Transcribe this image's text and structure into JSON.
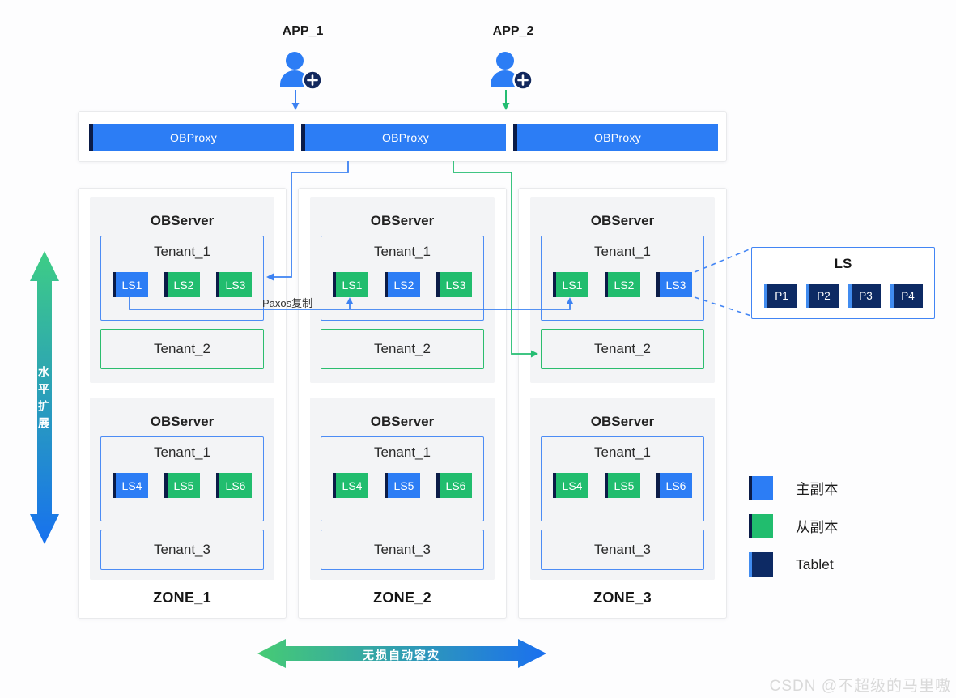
{
  "apps": [
    {
      "label": "APP_1"
    },
    {
      "label": "APP_2"
    }
  ],
  "proxies": [
    {
      "label": "OBProxy"
    },
    {
      "label": "OBProxy"
    },
    {
      "label": "OBProxy"
    }
  ],
  "zones": [
    {
      "label": "ZONE_1",
      "servers": [
        {
          "title": "OBServer",
          "tenant_a": {
            "name": "Tenant_1",
            "ls": [
              {
                "label": "LS1",
                "role": "主副本"
              },
              {
                "label": "LS2",
                "role": "从副本"
              },
              {
                "label": "LS3",
                "role": "从副本"
              }
            ]
          },
          "tenant_b": {
            "name": "Tenant_2"
          }
        },
        {
          "title": "OBServer",
          "tenant_a": {
            "name": "Tenant_1",
            "ls": [
              {
                "label": "LS4",
                "role": "主副本"
              },
              {
                "label": "LS5",
                "role": "从副本"
              },
              {
                "label": "LS6",
                "role": "从副本"
              }
            ]
          },
          "tenant_b": {
            "name": "Tenant_3"
          }
        }
      ]
    },
    {
      "label": "ZONE_2",
      "servers": [
        {
          "title": "OBServer",
          "tenant_a": {
            "name": "Tenant_1",
            "ls": [
              {
                "label": "LS1",
                "role": "从副本"
              },
              {
                "label": "LS2",
                "role": "主副本"
              },
              {
                "label": "LS3",
                "role": "从副本"
              }
            ]
          },
          "tenant_b": {
            "name": "Tenant_2"
          }
        },
        {
          "title": "OBServer",
          "tenant_a": {
            "name": "Tenant_1",
            "ls": [
              {
                "label": "LS4",
                "role": "从副本"
              },
              {
                "label": "LS5",
                "role": "主副本"
              },
              {
                "label": "LS6",
                "role": "从副本"
              }
            ]
          },
          "tenant_b": {
            "name": "Tenant_3"
          }
        }
      ]
    },
    {
      "label": "ZONE_3",
      "servers": [
        {
          "title": "OBServer",
          "tenant_a": {
            "name": "Tenant_1",
            "ls": [
              {
                "label": "LS1",
                "role": "从副本"
              },
              {
                "label": "LS2",
                "role": "从副本"
              },
              {
                "label": "LS3",
                "role": "主副本"
              }
            ]
          },
          "tenant_b": {
            "name": "Tenant_2"
          }
        },
        {
          "title": "OBServer",
          "tenant_a": {
            "name": "Tenant_1",
            "ls": [
              {
                "label": "LS4",
                "role": "从副本"
              },
              {
                "label": "LS5",
                "role": "从副本"
              },
              {
                "label": "LS6",
                "role": "主副本"
              }
            ]
          },
          "tenant_b": {
            "name": "Tenant_3"
          }
        }
      ]
    }
  ],
  "ls_detail": {
    "title": "LS",
    "tablets": [
      {
        "label": "P1"
      },
      {
        "label": "P2"
      },
      {
        "label": "P3"
      },
      {
        "label": "P4"
      }
    ]
  },
  "legend": {
    "items": [
      {
        "label": "主副本"
      },
      {
        "label": "从副本"
      },
      {
        "label": "Tablet"
      }
    ]
  },
  "annotations": {
    "paxos": "Paxos复制",
    "horizontal_scaling": "水平扩展",
    "failover": "无损自动容灾"
  },
  "watermark": "CSDN @不超级的马里嗷",
  "colors": {
    "leader_blue": "#2c7df5",
    "follower_green": "#21bd6e",
    "tablet_navy": "#0d2a64",
    "stripe_navy": "#0b1c48",
    "connector_blue": "#3d82f2",
    "connector_green": "#25bd72"
  }
}
